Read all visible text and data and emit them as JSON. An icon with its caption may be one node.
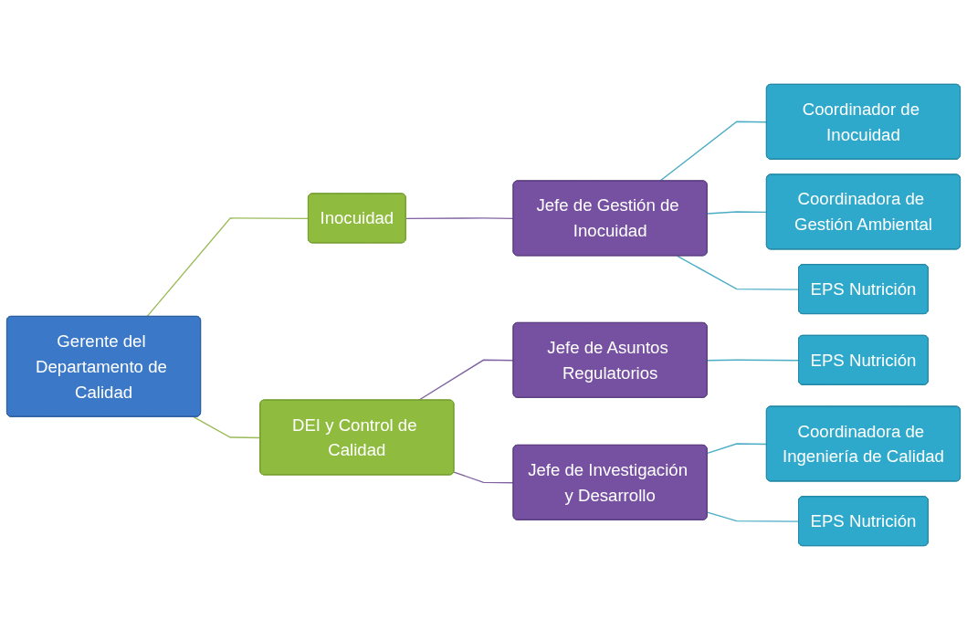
{
  "diagram": {
    "nodes": [
      {
        "text": [
          "Gerente del Departamento de Calidad"
        ]
      },
      {
        "text": [
          "Inocuidad"
        ]
      },
      {
        "text": [
          "DEI y Control de Calidad"
        ]
      },
      {
        "text": [
          "Jefe de Gestión de Inocuidad"
        ]
      },
      {
        "text": [
          "Jefe de Asuntos Regulatorios"
        ]
      },
      {
        "text": [
          "Jefe de Investigación y Desarrollo"
        ]
      },
      {
        "text": [
          "Coordinador de Inocuidad"
        ]
      },
      {
        "text": [
          "Coordinadora de Gestión Ambiental"
        ]
      },
      {
        "text": [
          "EPS Nutrición"
        ]
      },
      {
        "text": [
          "EPS Nutrición"
        ]
      },
      {
        "text": [
          "Coordinadora de Ingeniería de Calidad"
        ]
      },
      {
        "text": [
          "EPS Nutrición"
        ]
      }
    ],
    "edges": [
      {
        "from": 0,
        "to": 1,
        "arrow": "none",
        "color": "#9bbb59"
      },
      {
        "from": 0,
        "to": 2,
        "arrow": "none",
        "color": "#9bbb59"
      },
      {
        "from": 1,
        "to": 3,
        "arrow": "none",
        "color": "#8064a2"
      },
      {
        "from": 2,
        "to": 4,
        "arrow": "none",
        "color": "#8064a2"
      },
      {
        "from": 2,
        "to": 5,
        "arrow": "none",
        "color": "#8064a2"
      },
      {
        "from": 3,
        "to": 6,
        "arrow": "none"
      },
      {
        "from": 3,
        "to": 7,
        "arrow": "none"
      },
      {
        "from": 3,
        "to": 8,
        "arrow": "none"
      },
      {
        "from": 4,
        "to": 9,
        "arrow": "none"
      },
      {
        "from": 5,
        "to": 10,
        "arrow": "none"
      },
      {
        "from": 5,
        "to": 11,
        "arrow": "none"
      }
    ]
  }
}
